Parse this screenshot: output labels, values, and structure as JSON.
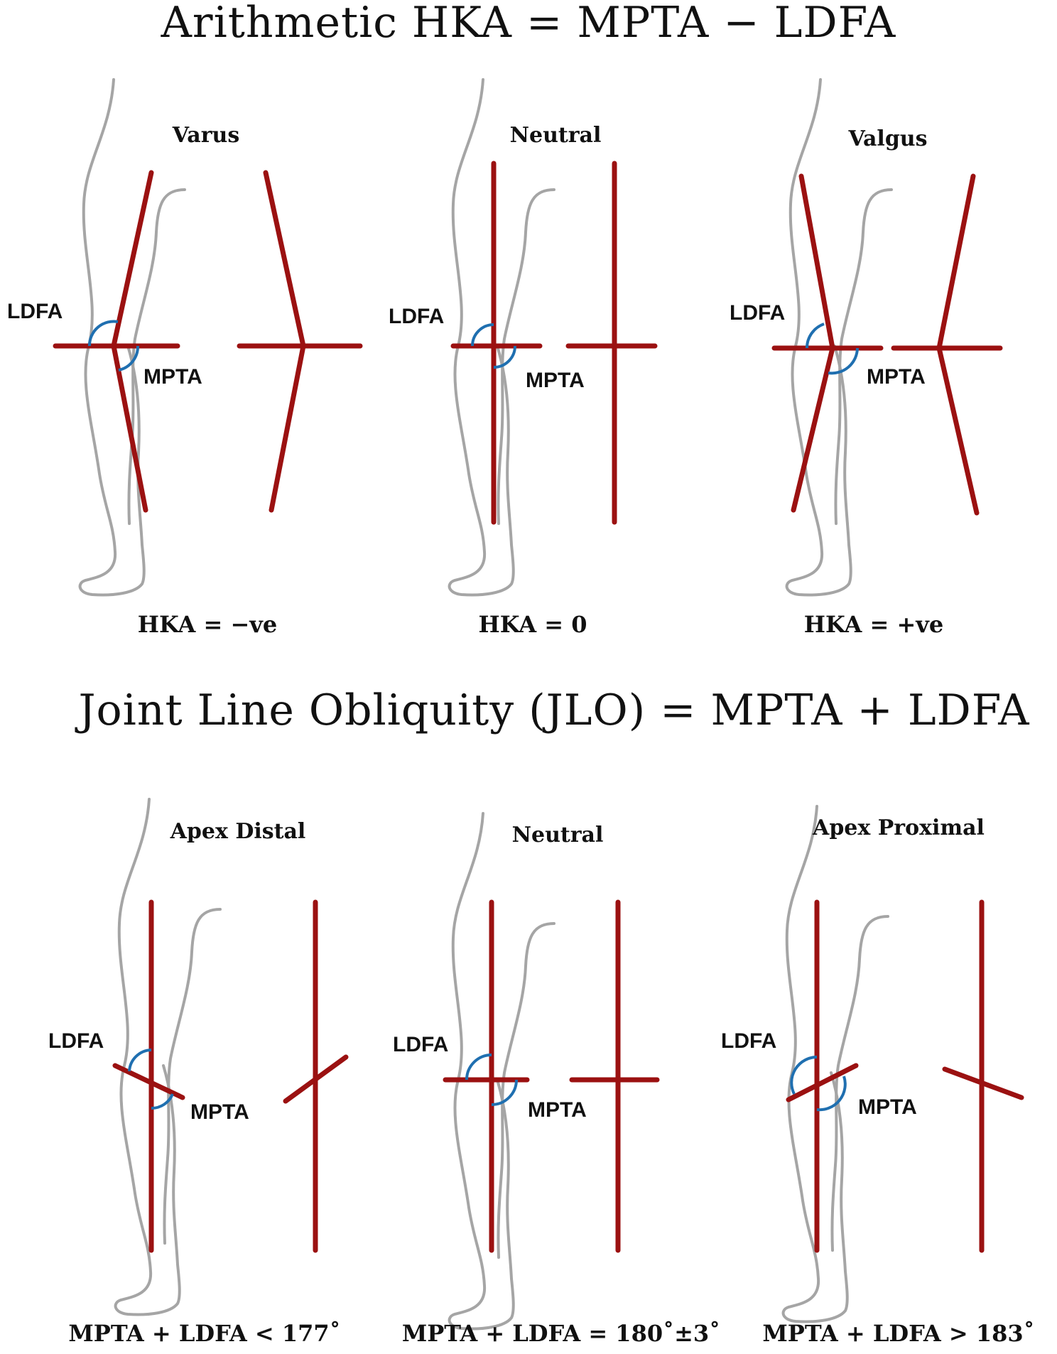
{
  "sections": [
    {
      "title": "Arithmetic HKA = MPTA − LDFA",
      "panels": [
        {
          "title": "Varus",
          "ldfa": "LDFA",
          "mpta": "MPTA",
          "formula": "HKA = −ve"
        },
        {
          "title": "Neutral",
          "ldfa": "LDFA",
          "mpta": "MPTA",
          "formula": "HKA = 0"
        },
        {
          "title": "Valgus",
          "ldfa": "LDFA",
          "mpta": "MPTA",
          "formula": "HKA = +ve"
        }
      ]
    },
    {
      "title": "Joint Line Obliquity (JLO) = MPTA + LDFA",
      "panels": [
        {
          "title": "Apex Distal",
          "ldfa": "LDFA",
          "mpta": "MPTA",
          "formula": "MPTA + LDFA < 177˚"
        },
        {
          "title": "Neutral",
          "ldfa": "LDFA",
          "mpta": "MPTA",
          "formula": "MPTA + LDFA = 180˚±3˚"
        },
        {
          "title": "Apex Proximal",
          "ldfa": "LDFA",
          "mpta": "MPTA",
          "formula": "MPTA + LDFA > 183˚"
        }
      ]
    }
  ],
  "colors": {
    "axis_line": "#9b1111",
    "angle_arc": "#1f6fb0",
    "leg_outline": "#a5a5a5"
  }
}
